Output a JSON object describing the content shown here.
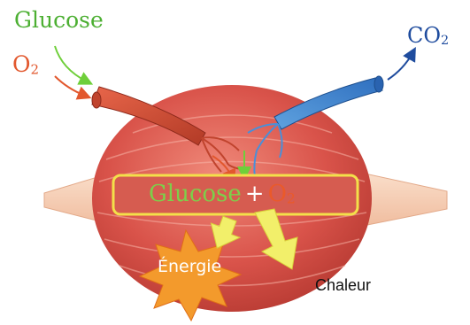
{
  "labels": {
    "glucose": "Glucose",
    "o2_main": "O",
    "o2_sub": "2",
    "co2_main": "CO",
    "co2_sub": "2"
  },
  "box": {
    "glucose": "Glucose",
    "plus": "+",
    "o2_main": "O",
    "o2_sub": "2"
  },
  "products": {
    "energie": "Énergie",
    "chaleur": "Chaleur"
  },
  "colors": {
    "glucose": "#4caf32",
    "o2": "#e2582e",
    "co2": "#1f4c9e",
    "muscle": "#d9534a",
    "tendon": "#f4c9ac",
    "energy_burst": "#f39a2c",
    "heat_arrow": "#f2ef6a"
  }
}
